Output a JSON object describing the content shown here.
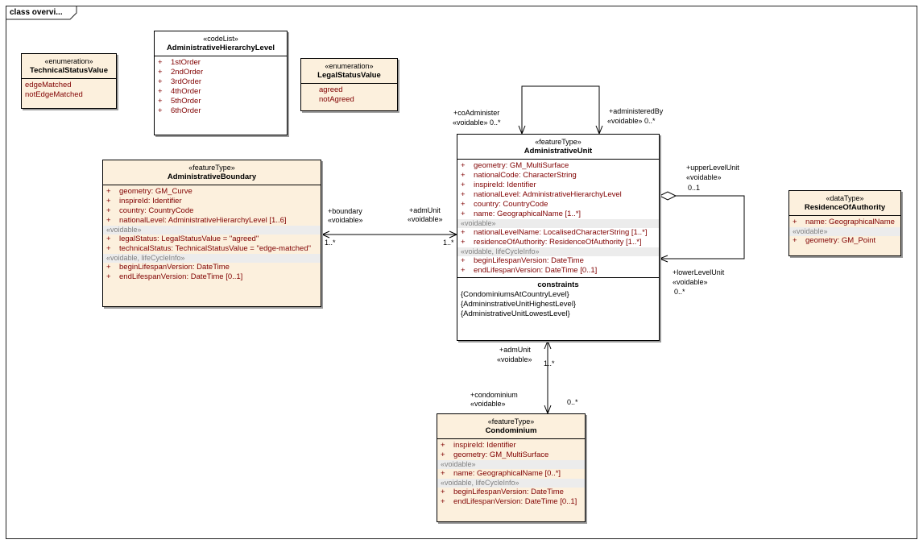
{
  "frame": {
    "title": "class overvi..."
  },
  "classes": {
    "technicalStatusValue": {
      "stereotype": "«enumeration»",
      "name": "TechnicalStatusValue",
      "literals": [
        "edgeMatched",
        "notEdgeMatched"
      ]
    },
    "administrativeHierarchyLevel": {
      "stereotype": "«codeList»",
      "name": "AdministrativeHierarchyLevel",
      "attributes": [
        "1stOrder",
        "2ndOrder",
        "3rdOrder",
        "4thOrder",
        "5thOrder",
        "6thOrder"
      ]
    },
    "legalStatusValue": {
      "stereotype": "«enumeration»",
      "name": "LegalStatusValue",
      "literals": [
        "agreed",
        "notAgreed"
      ]
    },
    "administrativeBoundary": {
      "stereotype": "«featureType»",
      "name": "AdministrativeBoundary",
      "attributes": [
        "geometry:  GM_Curve",
        "inspireId:  Identifier",
        "country:  CountryCode",
        "nationalLevel:  AdministrativeHierarchyLevel [1..6]"
      ],
      "voidable_header": "«voidable»",
      "voidable": [
        "legalStatus:  LegalStatusValue = \"agreed\"",
        "technicalStatus:  TechnicalStatusValue = \"edge-matched\""
      ],
      "lifecycle_header": "«voidable, lifeCycleInfo»",
      "lifecycle": [
        "beginLifespanVersion:  DateTime",
        "endLifespanVersion:  DateTime [0..1]"
      ]
    },
    "administrativeUnit": {
      "stereotype": "«featureType»",
      "name": "AdministrativeUnit",
      "attributes": [
        "geometry:  GM_MultiSurface",
        "nationalCode:  CharacterString",
        "inspireId:  Identifier",
        "nationalLevel:  AdministrativeHierarchyLevel",
        "country:  CountryCode",
        "name:  GeographicalName [1..*]"
      ],
      "voidable_header": "«voidable»",
      "voidable": [
        "nationalLevelName:  LocalisedCharacterString [1..*]",
        "residenceOfAuthority:  ResidenceOfAuthority [1..*]"
      ],
      "lifecycle_header": "«voidable, lifeCycleInfo»",
      "lifecycle": [
        "beginLifespanVersion:  DateTime",
        "endLifespanVersion:  DateTime [0..1]"
      ],
      "constraints_title": "constraints",
      "constraints": [
        "{CondominiumsAtCountryLevel}",
        "{AdmininstrativeUnitHighestLevel}",
        "{AdministrativeUnitLowestLevel}"
      ]
    },
    "residenceOfAuthority": {
      "stereotype": "«dataType»",
      "name": "ResidenceOfAuthority",
      "attributes": [
        "name:  GeographicalName"
      ],
      "voidable_header": "«voidable»",
      "voidable": [
        "geometry:  GM_Point"
      ]
    },
    "condominium": {
      "stereotype": "«featureType»",
      "name": "Condominium",
      "attributes": [
        "inspireId:  Identifier",
        "geometry:  GM_MultiSurface"
      ],
      "voidable_header": "«voidable»",
      "voidable": [
        "name:  GeographicalName [0..*]"
      ],
      "lifecycle_header": "«voidable, lifeCycleInfo»",
      "lifecycle": [
        "beginLifespanVersion:  DateTime",
        "endLifespanVersion:  DateTime [0..1]"
      ]
    }
  },
  "associations": {
    "boundary": {
      "role": "+boundary",
      "stereotype": "«voidable»",
      "multiplicity": "1..*"
    },
    "admUnitBoundary": {
      "role": "+admUnit",
      "stereotype": "«voidable»",
      "multiplicity": "1..*"
    },
    "coAdminister": {
      "role": "+coAdminister",
      "stereotype": "«voidable» 0..*"
    },
    "administeredBy": {
      "role": "+administeredBy",
      "stereotype": "«voidable» 0..*"
    },
    "upperLevelUnit": {
      "role": "+upperLevelUnit",
      "stereotype": "«voidable»",
      "multiplicity": "0..1"
    },
    "lowerLevelUnit": {
      "role": "+lowerLevelUnit",
      "stereotype": "«voidable»",
      "multiplicity": "0..*"
    },
    "admUnitCondo": {
      "role": "+admUnit",
      "stereotype": "«voidable»",
      "multiplicity": "1..*"
    },
    "condominium": {
      "role": "+condominium",
      "stereotype": "«voidable»",
      "multiplicity": "0..*"
    }
  }
}
